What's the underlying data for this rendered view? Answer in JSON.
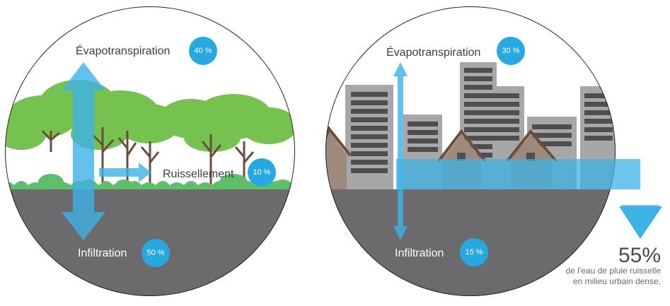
{
  "natural": {
    "evapotranspiration_label": "Évapotranspiration",
    "evapotranspiration_value": "40 %",
    "runoff_label": "Ruissellement",
    "runoff_value": "10 %",
    "infiltration_label": "Infiltration",
    "infiltration_value": "50 %"
  },
  "urban": {
    "evapotranspiration_label": "Évapotranspiration",
    "evapotranspiration_value": "30 %",
    "infiltration_label": "Infiltration",
    "infiltration_value": "15 %",
    "runoff_value": "55%",
    "runoff_note": "de l'eau de pluie ruisselle en milieu urbain dense."
  },
  "colors": {
    "sky": "#ffffff",
    "ground": "#6b6b6d",
    "grass": "#5fbe6a",
    "tree": "#76c251",
    "trunk": "#6b4d3c",
    "building": "#a7a7a7",
    "window": "#4e4e4e",
    "house": "#9e8a7b",
    "arrow": "#3db2e6",
    "badge": "#27a8e0",
    "outline": "#222222"
  }
}
